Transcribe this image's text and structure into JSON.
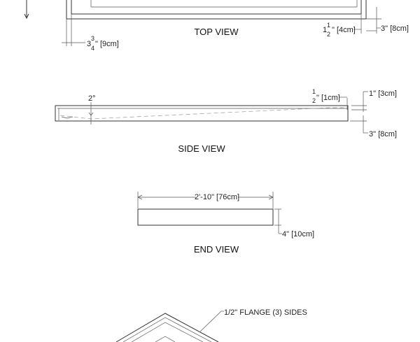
{
  "views": {
    "top": {
      "caption": "TOP VIEW",
      "dim_left": {
        "whole": "3",
        "num": "3",
        "den": "4",
        "rest": "\" [9cm]"
      },
      "dim_mid": {
        "whole": "1",
        "num": "1",
        "den": "2",
        "rest": "\" [4cm]"
      },
      "dim_right": "3\" [8cm]"
    },
    "side": {
      "caption": "SIDE VIEW",
      "slope": "2°",
      "dim_half": {
        "num": "1",
        "den": "2",
        "rest": "\" [1cm]"
      },
      "dim_one": "1\" [3cm]",
      "dim_three": "3\" [8cm]"
    },
    "end": {
      "caption": "END VIEW",
      "width": "2'-10\" [76cm]",
      "height": "4\" [10cm]"
    },
    "iso": {
      "note": "1/2\" FLANGE (3) SIDES"
    }
  }
}
